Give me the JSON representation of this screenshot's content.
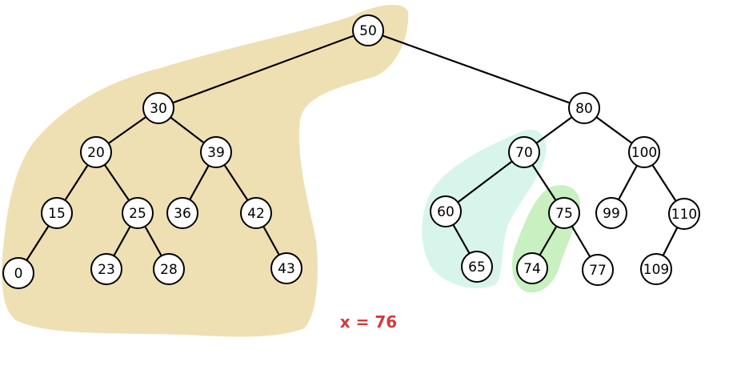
{
  "colors": {
    "left_region": "#eee0b3",
    "mid_region": "#d8f5ec",
    "small_region": "#c9f0c0",
    "highlight_text": "#d23a3a"
  },
  "nodes": {
    "n50": "50",
    "n30": "30",
    "n80": "80",
    "n20": "20",
    "n39": "39",
    "n70": "70",
    "n100": "100",
    "n15": "15",
    "n25": "25",
    "n36": "36",
    "n42": "42",
    "n60": "60",
    "n75": "75",
    "n99": "99",
    "n110": "110",
    "n0": "0",
    "n23": "23",
    "n28": "28",
    "n43": "43",
    "n65": "65",
    "n74": "74",
    "n77": "77",
    "n109": "109"
  },
  "label": {
    "text": "x = 76"
  }
}
